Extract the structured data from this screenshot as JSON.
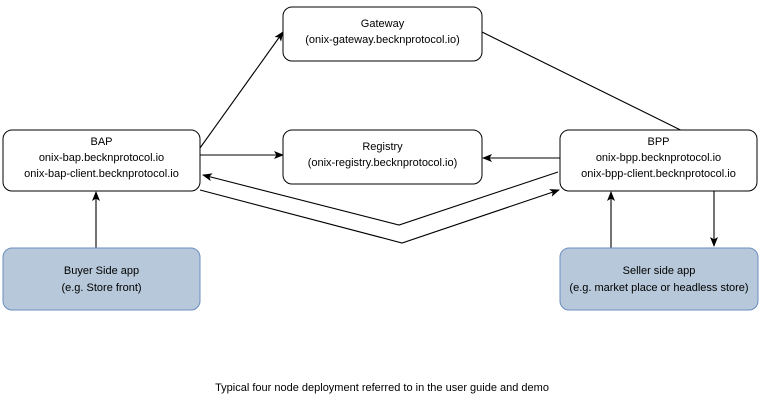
{
  "diagram": {
    "caption": "Typical four node deployment referred to in the user guide and demo",
    "colors": {
      "shaded_fill": "#b6c8d9",
      "shaded_stroke": "#6c8ebf",
      "plain_fill": "#ffffff",
      "stroke": "#000000",
      "background": "#ffffff"
    },
    "nodes": [
      {
        "id": "gateway",
        "style": "plain",
        "lines": [
          "Gateway",
          "(onix-gateway.becknprotocol.io)"
        ]
      },
      {
        "id": "bap",
        "style": "plain",
        "lines": [
          "BAP",
          "onix-bap.becknprotocol.io",
          "onix-bap-client.becknprotocol.io"
        ]
      },
      {
        "id": "registry",
        "style": "plain",
        "lines": [
          "Registry",
          "(onix-registry.becknprotocol.io)"
        ]
      },
      {
        "id": "bpp",
        "style": "plain",
        "lines": [
          "BPP",
          "onix-bpp.becknprotocol.io",
          "onix-bpp-client.becknprotocol.io"
        ]
      },
      {
        "id": "buyer-app",
        "style": "shaded",
        "lines": [
          "Buyer Side app",
          "(e.g. Store front)"
        ]
      },
      {
        "id": "seller-app",
        "style": "shaded",
        "lines": [
          "Seller side app",
          "(e.g. market place or headless store)"
        ]
      }
    ],
    "edges": [
      {
        "id": "bap-to-gateway",
        "from": "bap",
        "to": "gateway",
        "arrow": "to"
      },
      {
        "id": "gateway-to-bpp",
        "from": "gateway",
        "to": "bpp",
        "arrow": "to"
      },
      {
        "id": "bap-to-registry",
        "from": "bap",
        "to": "registry",
        "arrow": "to"
      },
      {
        "id": "bpp-to-registry",
        "from": "bpp",
        "to": "registry",
        "arrow": "to"
      },
      {
        "id": "bap-to-bpp",
        "from": "bap",
        "to": "bpp",
        "arrow": "to"
      },
      {
        "id": "bpp-to-bap",
        "from": "bpp",
        "to": "bap",
        "arrow": "to"
      },
      {
        "id": "buyer-app-to-bap",
        "from": "buyer-app",
        "to": "bap",
        "arrow": "to"
      },
      {
        "id": "seller-app-to-bpp",
        "from": "seller-app",
        "to": "bpp",
        "arrow": "to"
      },
      {
        "id": "bpp-to-seller-app",
        "from": "bpp",
        "to": "seller-app",
        "arrow": "to"
      }
    ]
  }
}
